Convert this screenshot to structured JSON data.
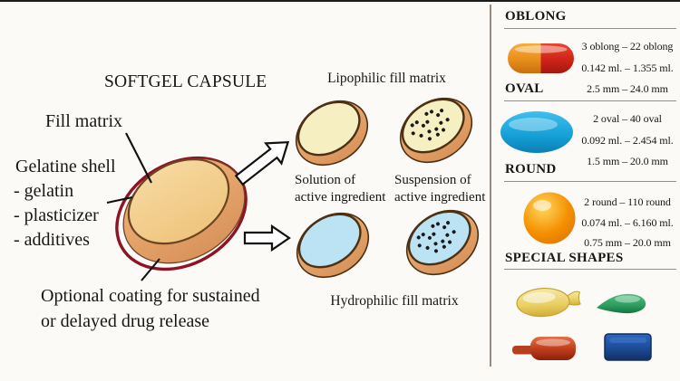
{
  "title": "SOFTGEL CAPSULE",
  "diagram": {
    "labels": {
      "fill_matrix": "Fill matrix",
      "gelatine_shell": "Gelatine shell",
      "gelatin": "- gelatin",
      "plasticizer": "- plasticizer",
      "additives": "- additives",
      "coating_line1": "Optional coating for sustained",
      "coating_line2": "or delayed drug release"
    }
  },
  "fill_matrix_section": {
    "lipophilic_title": "Lipophilic fill matrix",
    "hydrophilic_title": "Hydrophilic fill matrix",
    "solution": {
      "line1": "Solution of",
      "line2": "active ingredient"
    },
    "suspension": {
      "line1": "Suspension of",
      "line2": "active ingredient"
    }
  },
  "panel": {
    "sections": [
      {
        "heading": "OBLONG",
        "icon": "oblong-capsule-icon",
        "lines": [
          "3 oblong – 22 oblong",
          "0.142 ml. – 1.355 ml.",
          "2.5 mm – 24.0 mm"
        ]
      },
      {
        "heading": "OVAL",
        "icon": "oval-capsule-icon",
        "lines": [
          "2 oval – 40 oval",
          "0.092 ml. – 2.454 ml.",
          "1.5 mm – 20.0 mm"
        ]
      },
      {
        "heading": "ROUND",
        "icon": "round-capsule-icon",
        "lines": [
          "2 round – 110 round",
          "0.074 ml. – 6.160 ml.",
          "0.75 mm – 20.0 mm"
        ]
      },
      {
        "heading": "SPECIAL SHAPES",
        "icons": [
          "fish-capsule-icon",
          "teardrop-capsule-icon",
          "ampoule-capsule-icon",
          "rectangle-capsule-icon"
        ]
      }
    ]
  },
  "colors": {
    "oblong_orange": "#E88E1B",
    "oblong_red": "#CE2418",
    "oval_blue": "#149FD6",
    "round_orange": "#F59000",
    "special_yellow": "#E9CE62",
    "special_green": "#2D9C5E",
    "special_red": "#C2401C",
    "special_blue": "#1D4E9C",
    "shell_orange": "#E2A467",
    "coating_red": "#8E1324",
    "fill_matrix_tan": "#F4D191",
    "lipophilic_fill": "#F6EFC2",
    "hydrophilic_fill": "#BBE3F3"
  }
}
